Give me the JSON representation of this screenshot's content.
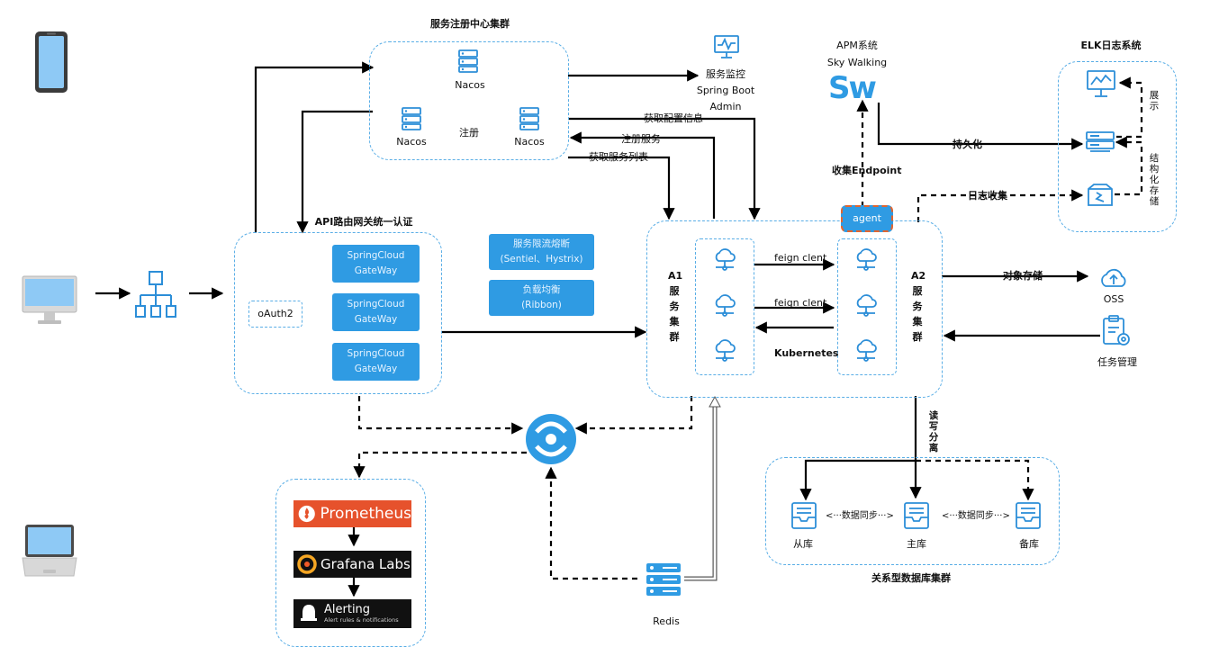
{
  "registry": {
    "title": "服务注册中心集群",
    "node_top": "Nacos",
    "node_left": "Nacos",
    "node_right": "Nacos",
    "register": "注册"
  },
  "monitor": {
    "line1": "服务监控",
    "line2": "Spring Boot",
    "line3": "Admin"
  },
  "apm": {
    "line1": "APM系统",
    "line2": "Sky Walking",
    "logo": "Sw"
  },
  "elk": {
    "title": "ELK日志系统",
    "show": [
      "展",
      "示"
    ],
    "store": [
      "结",
      "构",
      "化",
      "存",
      "储"
    ]
  },
  "labels": {
    "get_config": "获取配置信息",
    "register_service": "注册服务",
    "get_service_list": "获取服务列表",
    "collect_endpoint": "收集Endpoint",
    "persist": "持久化",
    "log_collect": "日志收集",
    "agent": "agent",
    "object_storage": "对象存储",
    "read_write_split": [
      "读",
      "写",
      "分",
      "离"
    ],
    "sync1": "<···数据同步···>",
    "sync2": "<···数据同步···>"
  },
  "gateway": {
    "title": "API路由网关统一认证",
    "oauth": "oAuth2",
    "sc1": [
      "SpringCloud",
      "GateWay"
    ],
    "sc2": [
      "SpringCloud",
      "GateWay"
    ],
    "sc3": [
      "SpringCloud",
      "GateWay"
    ]
  },
  "services": {
    "limit": [
      "服务限流熔断",
      "(Sentiel、Hystrix)"
    ],
    "lb": [
      "负载均衡",
      "(Ribbon)"
    ]
  },
  "cluster": {
    "a1": [
      "A1",
      "服",
      "务",
      "集",
      "群"
    ],
    "a2": [
      "A2",
      "服",
      "务",
      "集",
      "群"
    ],
    "feign1": "feign clent",
    "feign2": "feign clent",
    "k8s": "Kubernetes"
  },
  "storage": {
    "oss": "OSS",
    "task": "任务管理"
  },
  "db": {
    "title": "关系型数据库集群",
    "slave": "从库",
    "master": "主库",
    "backup": "备库"
  },
  "redis": {
    "label": "Redis"
  },
  "monitoring": {
    "prometheus": "Prometheus",
    "grafana": "Grafana Labs",
    "alerting": "Alerting",
    "alerting_sub": "Alert rules & notifications"
  },
  "colors": {
    "accent": "#2f9be3",
    "icon": "#2c8ed8",
    "line": "#000000",
    "agent_border": "#e2652f",
    "prometheus": "#e6522c"
  }
}
